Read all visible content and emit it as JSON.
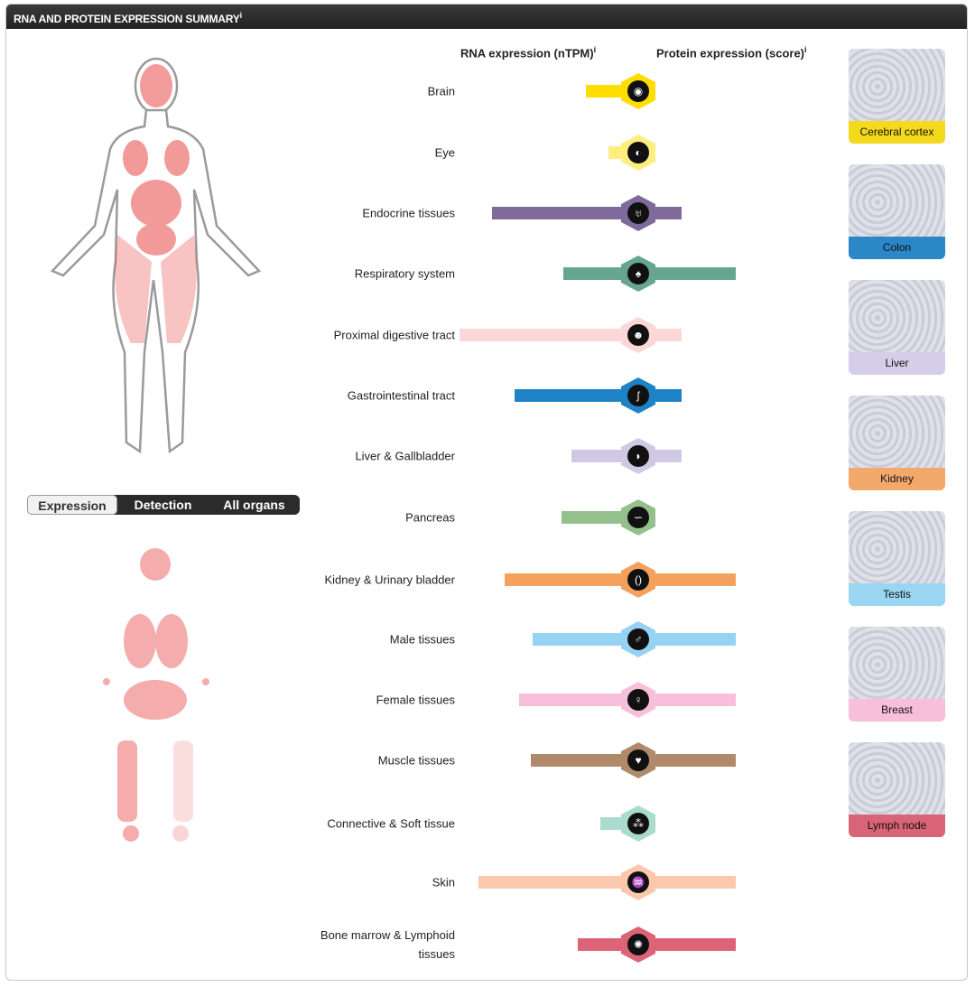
{
  "header": {
    "title": "RNA AND PROTEIN EXPRESSION SUMMARY",
    "info": "i"
  },
  "columns": {
    "rna": "RNA expression (nTPM)",
    "protein": "Protein expression (score)",
    "info": "i"
  },
  "toggle": [
    "Expression",
    "Detection",
    "All organs"
  ],
  "toggle_active": 0,
  "tissues": [
    {
      "label": "Brain",
      "color": "#ffdd00",
      "rna": 0.22,
      "protein": 0,
      "icon": "brain-icon",
      "glyph": "◉"
    },
    {
      "label": "Eye",
      "color": "#fdee7f",
      "rna": 0.08,
      "protein": 0,
      "icon": "eye-icon",
      "glyph": "◐"
    },
    {
      "label": "Endocrine tissues",
      "color": "#7f6a9c",
      "rna": 0.8,
      "protein": 1,
      "icon": "thyroid-icon",
      "glyph": "♅"
    },
    {
      "label": "Respiratory system",
      "color": "#66a591",
      "rna": 0.36,
      "protein": 3,
      "icon": "lungs-icon",
      "glyph": "♠"
    },
    {
      "label": "Proximal digestive tract",
      "color": "#fbd7d8",
      "rna": 1.0,
      "protein": 1,
      "icon": "head-icon",
      "glyph": "☻"
    },
    {
      "label": "Gastrointestinal tract",
      "color": "#1e83c6",
      "rna": 0.66,
      "protein": 1,
      "icon": "stomach-icon",
      "glyph": "ʃ"
    },
    {
      "label": "Liver & Gallbladder",
      "color": "#d1c9e3",
      "rna": 0.31,
      "protein": 1,
      "icon": "liver-icon",
      "glyph": "◗"
    },
    {
      "label": "Pancreas",
      "color": "#95c08c",
      "rna": 0.37,
      "protein": 0,
      "icon": "pancreas-icon",
      "glyph": "∽"
    },
    {
      "label": "Kidney & Urinary bladder",
      "color": "#f5a15e",
      "rna": 0.72,
      "protein": 3,
      "icon": "kidney-icon",
      "glyph": "()"
    },
    {
      "label": "Male tissues",
      "color": "#96d3f2",
      "rna": 0.55,
      "protein": 3,
      "icon": "male-tissue-icon",
      "glyph": "♂"
    },
    {
      "label": "Female tissues",
      "color": "#f7bfd9",
      "rna": 0.63,
      "protein": 3,
      "icon": "female-tissue-icon",
      "glyph": "♀"
    },
    {
      "label": "Muscle tissues",
      "color": "#b08a6a",
      "rna": 0.56,
      "protein": 3,
      "icon": "heart-icon",
      "glyph": "♥"
    },
    {
      "label": "Connective & Soft tissue",
      "color": "#a9dccc",
      "rna": 0.13,
      "protein": 0,
      "icon": "adipose-icon",
      "glyph": "⁂"
    },
    {
      "label": "Skin",
      "color": "#fbc8ae",
      "rna": 0.88,
      "protein": 3,
      "icon": "skin-icon",
      "glyph": "♒"
    },
    {
      "label": "Bone marrow & Lymphoid tissues",
      "color": "#dc6476",
      "rna": 0.27,
      "protein": 3,
      "icon": "lymph-icon",
      "glyph": "✺"
    }
  ],
  "thumbnails": [
    {
      "label": "Cerebral cortex",
      "color": "#f5d91c"
    },
    {
      "label": "Colon",
      "color": "#2a87c8"
    },
    {
      "label": "Liver",
      "color": "#d6cde8"
    },
    {
      "label": "Kidney",
      "color": "#f4a96c"
    },
    {
      "label": "Testis",
      "color": "#9ad5f2"
    },
    {
      "label": "Breast",
      "color": "#f7bfd9"
    },
    {
      "label": "Lymph node",
      "color": "#d96477"
    }
  ]
}
